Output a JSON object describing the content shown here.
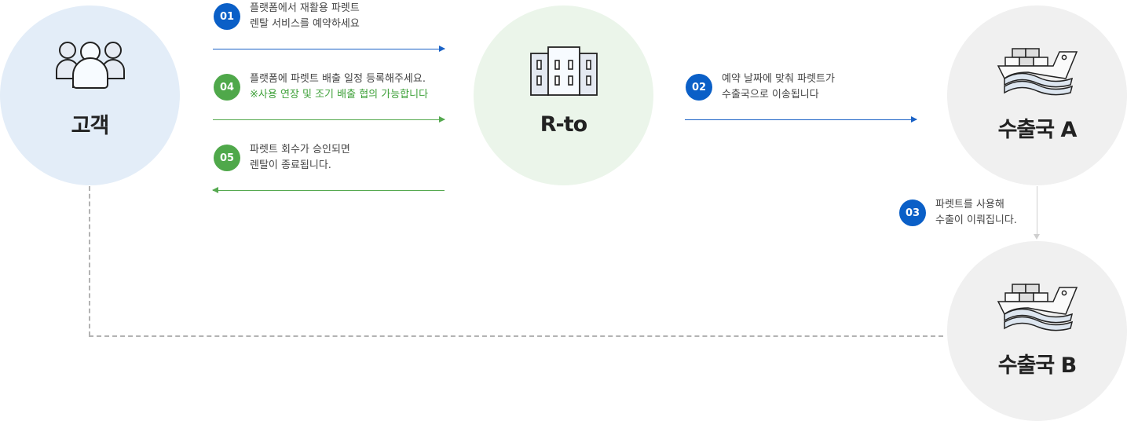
{
  "nodes": {
    "customer": {
      "label": "고객",
      "icon": "people-group-icon"
    },
    "rto": {
      "label": "R-to",
      "icon": "building-icon"
    },
    "country_a": {
      "label": "수출국 A",
      "icon": "cargo-ship-icon"
    },
    "country_b": {
      "label": "수출국 B",
      "icon": "cargo-ship-icon"
    }
  },
  "steps": [
    {
      "number": "01",
      "color": "blue",
      "lines": [
        "플랫폼에서 재활용 파렛트",
        "렌탈 서비스를 예약하세요"
      ],
      "direction": "customer → R-to"
    },
    {
      "number": "02",
      "color": "blue",
      "lines": [
        "예약 날짜에 맞춰 파렛트가",
        "수출국으로 이송됩니다"
      ],
      "direction": "R-to → 수출국 A"
    },
    {
      "number": "03",
      "color": "blue",
      "lines": [
        "파렛트를 사용해",
        "수출이 이뤄집니다."
      ],
      "direction": "수출국 A → 수출국 B"
    },
    {
      "number": "04",
      "color": "green",
      "lines": [
        "플랫폼에 파렛트 배출 일정 등록해주세요."
      ],
      "note": "※사용 연장 및 조기 배출 협의 가능합니다",
      "direction": "customer → R-to"
    },
    {
      "number": "05",
      "color": "green",
      "lines": [
        "파렛트 회수가 승인되면",
        "렌탈이 종료됩니다."
      ],
      "direction": "R-to → customer"
    }
  ],
  "colors": {
    "blue": "#0a5fc7",
    "green": "#4fa84a",
    "customer_bg": "#e3edf8",
    "rto_bg": "#ebf5ea",
    "country_bg": "#f0f0f0",
    "dashed_line": "#b3b3b3"
  }
}
